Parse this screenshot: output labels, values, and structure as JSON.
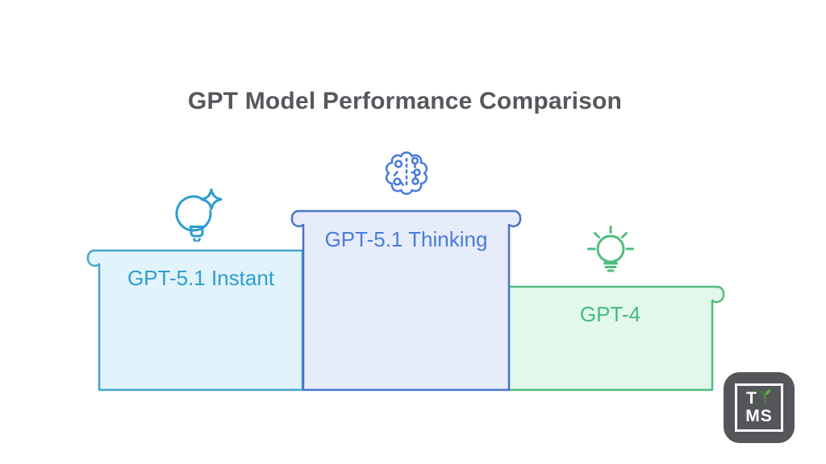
{
  "title": "GPT Model Performance Comparison",
  "chart_data": {
    "type": "bar",
    "title": "GPT Model Performance Comparison",
    "categories": [
      "GPT-5.1 Instant",
      "GPT-5.1 Thinking",
      "GPT-4"
    ],
    "values": [
      78,
      100,
      58
    ],
    "value_note": "relative podium step heights in % of tallest bar; no numeric axis is shown in the image",
    "xlabel": "",
    "ylabel": "",
    "grid": false,
    "legend": "none",
    "layout": "podium steps, center bar tallest"
  },
  "podium": {
    "bars": [
      {
        "label": "GPT-5.1 Instant",
        "icon": "lightbulb-sparkle-icon",
        "fill": "#E1F4FB",
        "stroke": "#44A5C9",
        "label_color": "#2F9DCE",
        "height_pct": 78
      },
      {
        "label": "GPT-5.1 Thinking",
        "icon": "brain-circuit-icon",
        "fill": "#E6ECFA",
        "stroke": "#4A73C8",
        "label_color": "#4A7CDB",
        "height_pct": 100
      },
      {
        "label": "GPT-4",
        "icon": "lightbulb-rays-icon",
        "fill": "#E3F8EC",
        "stroke": "#4FBD7D",
        "label_color": "#42BE7C",
        "height_pct": 58
      }
    ]
  },
  "watermark": {
    "line1": "T",
    "line2": "MS",
    "sprout_icon": "seedling-icon",
    "bg_color": "#54565A",
    "text_color": "#FFFFFF",
    "sprout_color": "#6FAE46"
  },
  "colors": {
    "background": "#FFFFFF",
    "title": "#55585C"
  }
}
